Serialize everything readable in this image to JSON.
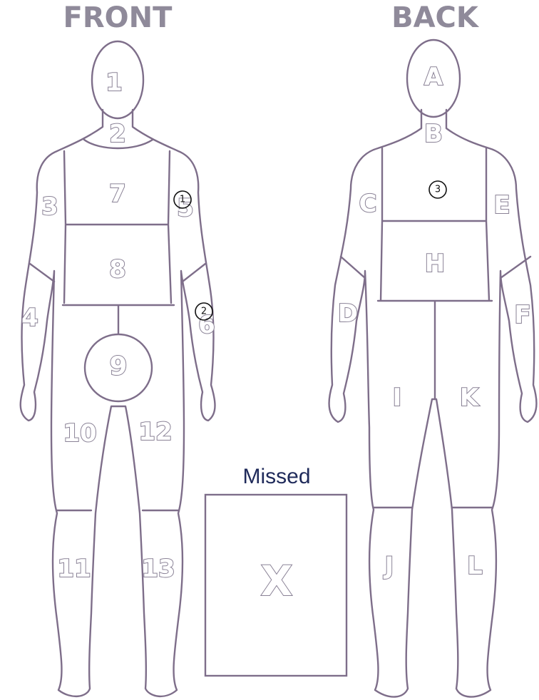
{
  "headings": {
    "front": "FRONT",
    "back": "BACK"
  },
  "front_zones": [
    "1",
    "2",
    "3",
    "4",
    "5",
    "6",
    "7",
    "8",
    "9",
    "10",
    "11",
    "12",
    "13"
  ],
  "back_zones": [
    "A",
    "B",
    "C",
    "D",
    "E",
    "F",
    "H",
    "I",
    "J",
    "K",
    "L"
  ],
  "hit_markers": [
    "1",
    "2",
    "3"
  ],
  "missed": {
    "title": "Missed",
    "label": "X"
  },
  "colors": {
    "outline": "#7e6e8a",
    "label_fill": "#ffffff",
    "heading": "#8f8a9a",
    "missed_title": "#1f2a5a",
    "marker": "#111111"
  }
}
